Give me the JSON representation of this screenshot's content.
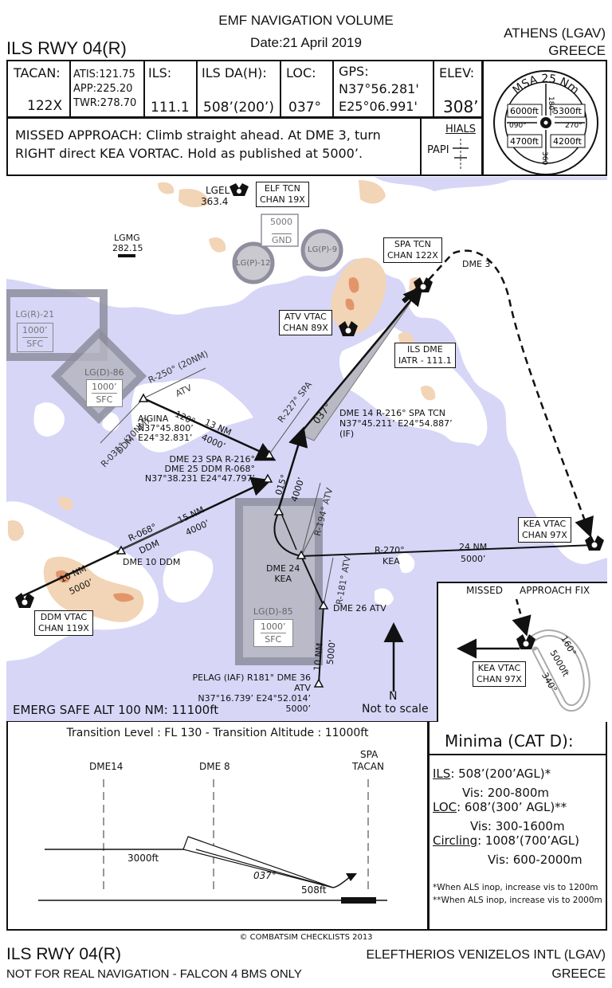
{
  "header": {
    "volume": "EMF NAVIGATION VOLUME",
    "date": "Date:21 April 2019",
    "approach": "ILS RWY 04(R)",
    "city": "ATHENS (LGAV)",
    "country": "GREECE"
  },
  "infobar": {
    "tacan_label": "TACAN:",
    "tacan_value": "122X",
    "atis": "ATIS:121.75",
    "app": "APP:225.20",
    "twr": "TWR:278.70",
    "ils_label": "ILS:",
    "ils_value": "111.1",
    "da_label": "ILS DA(H):",
    "da_value": "508’(200’)",
    "loc_label": "LOC:",
    "loc_value": "037°",
    "gps_label": "GPS:",
    "gps_lat": "N37°56.281'",
    "gps_lon": "E25°06.991'",
    "elev_label": "ELEV:",
    "elev_value": "308’"
  },
  "missed": {
    "line1": "MISSED APPROACH: Climb straight ahead. At DME 3, turn",
    "line2": "RIGHT direct KEA VORTAC. Hold as published at 5000’.",
    "hials": "HIALS",
    "papi": "PAPI"
  },
  "msa": {
    "title": "MSA 25 Nm",
    "q_nw": "6000ft",
    "q_ne": "5300ft",
    "q_sw": "4700ft",
    "q_se": "4200ft",
    "b_n": "180°",
    "b_w": "090°",
    "b_e": "270°",
    "b_s": "360"
  },
  "map": {
    "lgel": "LGEL",
    "lgel_freq": "363.4",
    "elf_tcn": "ELF TCN",
    "elf_chan": "CHAN 19X",
    "restr_5000": "5000",
    "restr_gnd": "GND",
    "lgmg": "LGMG",
    "lgmg_freq": "282.15",
    "lgp12": "LG(P)-12",
    "lgp9": "LG(P)-9",
    "spa_tcn": "SPA TCN",
    "spa_chan": "CHAN 122X",
    "dme3": "DME 3",
    "lgr21": "LG(R)-21",
    "lgr21_top": "1000’",
    "lgr21_bot": "SFC",
    "lgd86": "LG(D)-86",
    "lgd86_top": "1000’",
    "lgd86_bot": "SFC",
    "atv_vtac": "ATV VTAC",
    "atv_chan": "CHAN 89X",
    "ils_dme": "ILS DME",
    "ils_dme_id": "IATR - 111.1",
    "r250": "R-250° (20NM)",
    "atv1": "ATV",
    "r227": "R-227° SPA",
    "loc_course": "037°",
    "dme14_1": "DME 14 R-216° SPA TCN",
    "dme14_2": "N37°45.211’ E24°54.887’",
    "dme14_3": "(IF)",
    "aigina_1": "AIGINA",
    "aigina_2": "N37°45.800’",
    "aigina_3": "E24°32.831’",
    "aig_120": "120°",
    "aig_13nm": "13 NM",
    "aig_4000": "4000’",
    "r031": "R-031° (20NM)",
    "ddm1": "DDM",
    "dme23_1": "DME 23 SPA R-216°",
    "dme23_2": "DME 25 DDM R-068°",
    "dme23_3": "N37°38.231 E24°47.797’",
    "leg015": "015°",
    "leg015_alt": "4000’",
    "r194": "R-194° ATV",
    "r068": "R-068°",
    "ddm2": "DDM",
    "leg15nm": "15 NM",
    "leg15_alt": "4000’",
    "dme10ddm": "DME 10 DDM",
    "leg10nm": "10 NM",
    "leg10_alt": "5000’",
    "ddm_vtac": "DDM VTAC",
    "ddm_chan": "CHAN 119X",
    "dme24_1": "DME 24",
    "dme24_2": "KEA",
    "r270": "R-270°",
    "kea1": "KEA",
    "leg24nm": "24 NM",
    "leg24_alt": "5000’",
    "kea_vtac": "KEA VTAC",
    "kea_chan": "CHAN 97X",
    "r181": "R-181° ATV",
    "dme26": "DME 26 ATV",
    "lgd85": "LG(D)-85",
    "lgd85_top": "1000’",
    "lgd85_bot": "SFC",
    "leg10b": "10 NM",
    "leg10b_alt": "5000’",
    "pelag_1": "PELAG (IAF) R181° DME 36 ATV",
    "pelag_2": "N37°16.739’ E24°52.014’",
    "pelag_3": "5000’",
    "north": "N",
    "not_scale": "Not to scale",
    "emerg": "EMERG SAFE ALT 100 NM: 11100ft"
  },
  "inset": {
    "missed": "MISSED",
    "fix": "APPROACH FIX",
    "kea_vtac": "KEA VTAC",
    "kea_chan": "CHAN 97X",
    "r160": "160°",
    "alt": "5000ft",
    "r340": "340°"
  },
  "profile": {
    "transition": "Transition Level : FL 130  -  Transition Altitude : 11000ft",
    "dme14": "DME14",
    "dme8": "DME 8",
    "spa": "SPA",
    "tacan": "TACAN",
    "alt3000": "3000ft",
    "course": "037°",
    "alt508": "508ft"
  },
  "minima": {
    "title": "Minima (CAT D):",
    "ils_lbl": "ILS",
    "ils_val": ": 508’(200’AGL)*",
    "ils_vis": "Vis: 200-800m",
    "loc_lbl": "LOC",
    "loc_val": ": 608’(300’ AGL)**",
    "loc_vis": "Vis: 300-1600m",
    "circ_lbl": "Circling",
    "circ_val": ": 1008’(700’AGL)",
    "circ_vis": "Vis: 600-2000m",
    "note1": "*When ALS inop, increase vis to 1200m",
    "note2": "**When ALS inop, increase vis to 2000m"
  },
  "footer": {
    "copyright": "© COMBATSIM CHECKLISTS 2013",
    "approach": "ILS RWY 04(R)",
    "airport": "ELEFTHERIOS VENIZELOS INTL  (LGAV)",
    "disclaimer": "NOT FOR REAL NAVIGATION - FALCON 4 BMS ONLY",
    "country": "GREECE"
  },
  "colors": {
    "sea": "#d7d6f7",
    "land": "#ffffff",
    "terrain": "#f2d4b6",
    "peak": "#e3956a",
    "restricted": "#8e8e9e"
  }
}
